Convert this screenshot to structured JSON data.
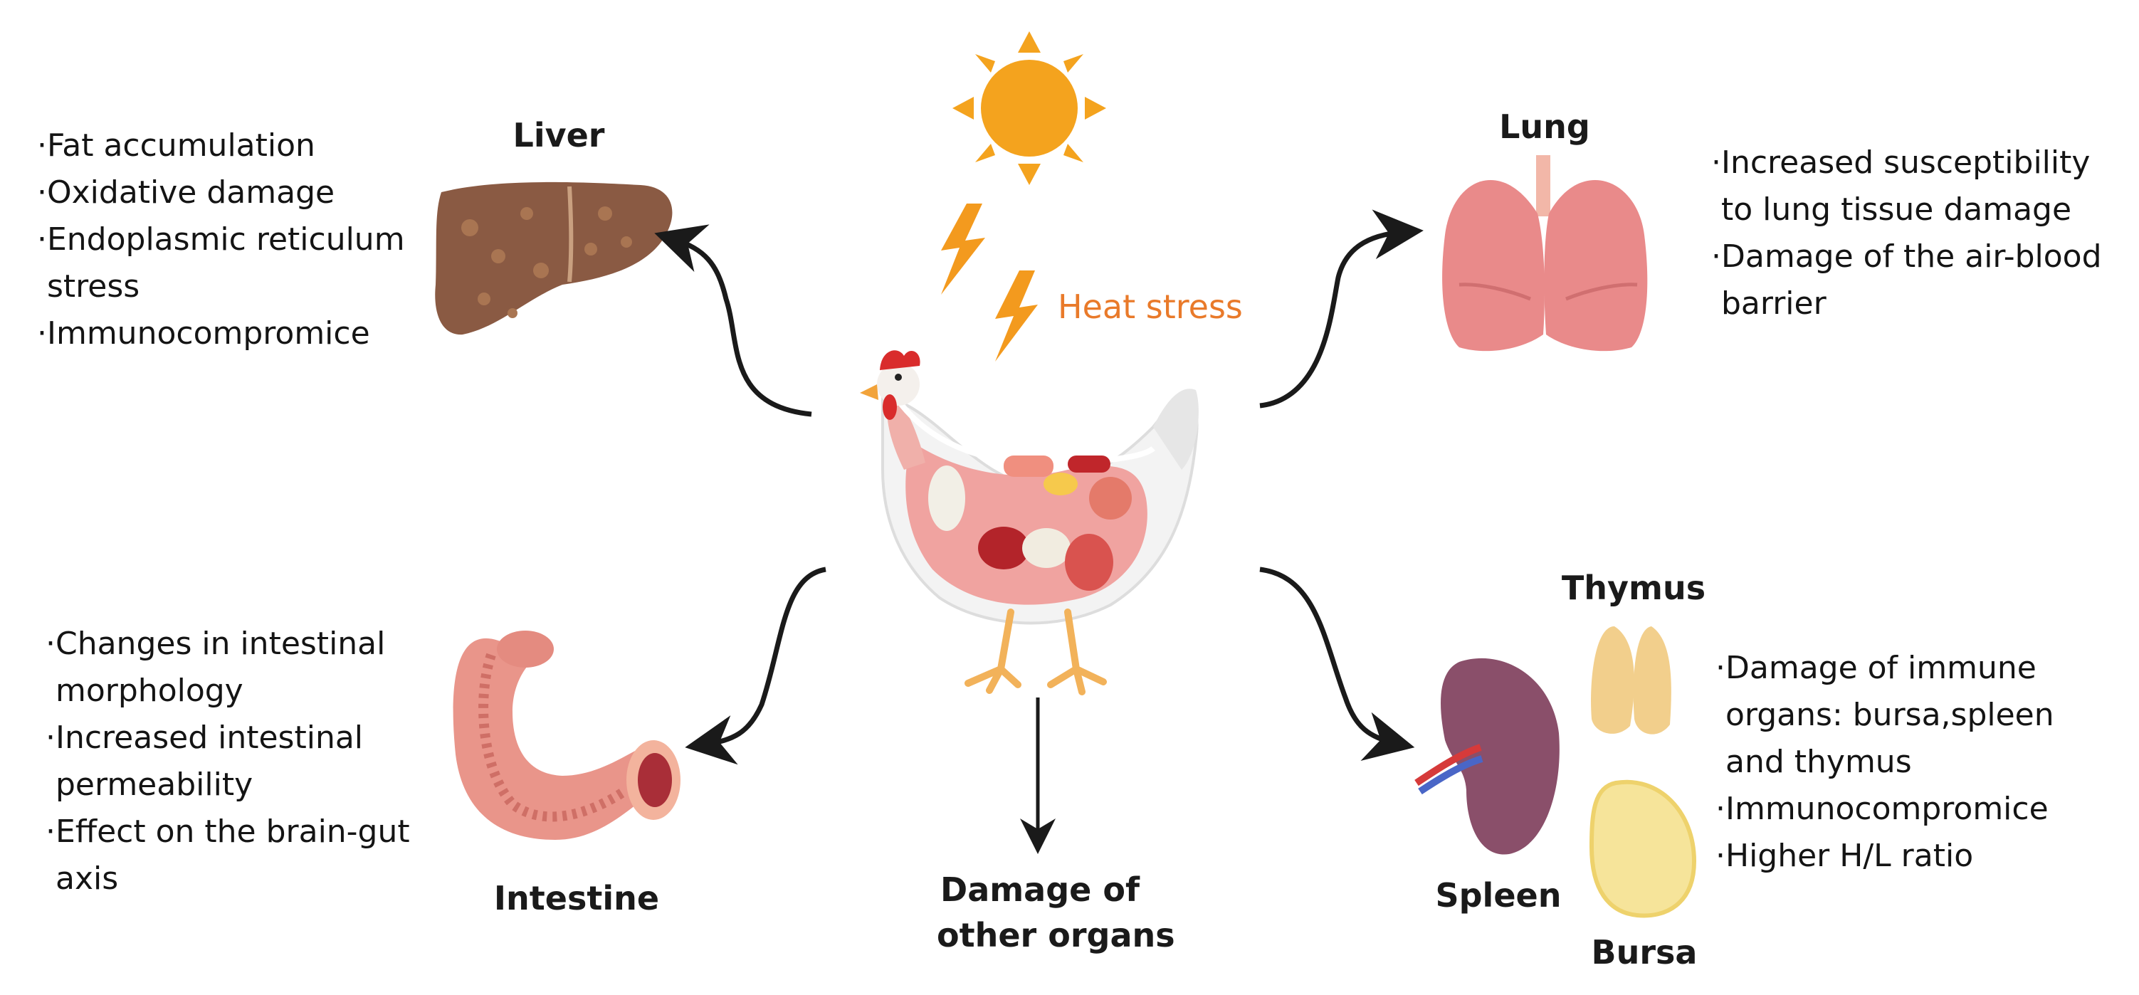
{
  "center": {
    "heat_label": "Heat stress",
    "bottom_label": [
      "Damage of",
      "other organs"
    ]
  },
  "liver": {
    "title": "Liver",
    "effects": [
      "·Fat accumulation",
      "·Oxidative damage",
      "·Endoplasmic reticulum",
      " stress",
      "·Immunocompromice"
    ]
  },
  "lung": {
    "title": "Lung",
    "effects": [
      "·Increased susceptibility",
      " to lung tissue damage",
      "·Damage of the air-blood",
      " barrier"
    ]
  },
  "intestine": {
    "title": "Intestine",
    "effects": [
      "·Changes in intestinal",
      " morphology",
      "·Increased intestinal",
      " permeability",
      "·Effect on the brain-gut",
      " axis"
    ]
  },
  "immune": {
    "thymus_title": "Thymus",
    "spleen_title": "Spleen",
    "bursa_title": "Bursa",
    "effects": [
      "·Damage of  immune",
      " organs: bursa,spleen",
      " and thymus",
      "·Immunocompromice",
      "·Higher H/L ratio"
    ]
  },
  "colors": {
    "sun": "#f4a31e",
    "lightning": "#f39a1e",
    "heat_text": "#e97a2a",
    "liver": "#8a5a43",
    "lung": "#e98a8a",
    "intestine": "#e9958a",
    "spleen": "#8a4f6a",
    "thymus": "#f2cf8c",
    "bursa": "#f6e49a",
    "arrow": "#1a1a1a"
  }
}
